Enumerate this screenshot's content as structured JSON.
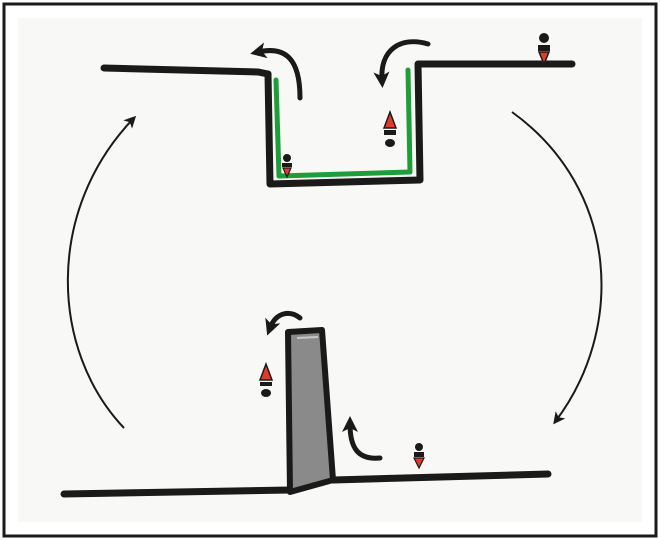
{
  "diagram": {
    "top_panel": {
      "figures": [
        "standing-figure",
        "falling-figure",
        "crouching-figure"
      ],
      "trench_highlight_color": "#1e9e3a"
    },
    "bottom_panel": {
      "figures": [
        "standing-figure",
        "flipping-figure"
      ],
      "wall_fill_color": "#8a8a8a"
    },
    "cycle_arrows": [
      "right-arrow-down",
      "left-arrow-up"
    ],
    "colors": {
      "ink": "#1a1a1a",
      "paper": "#f8f8f6",
      "figure_red": "#e23a2a"
    }
  }
}
